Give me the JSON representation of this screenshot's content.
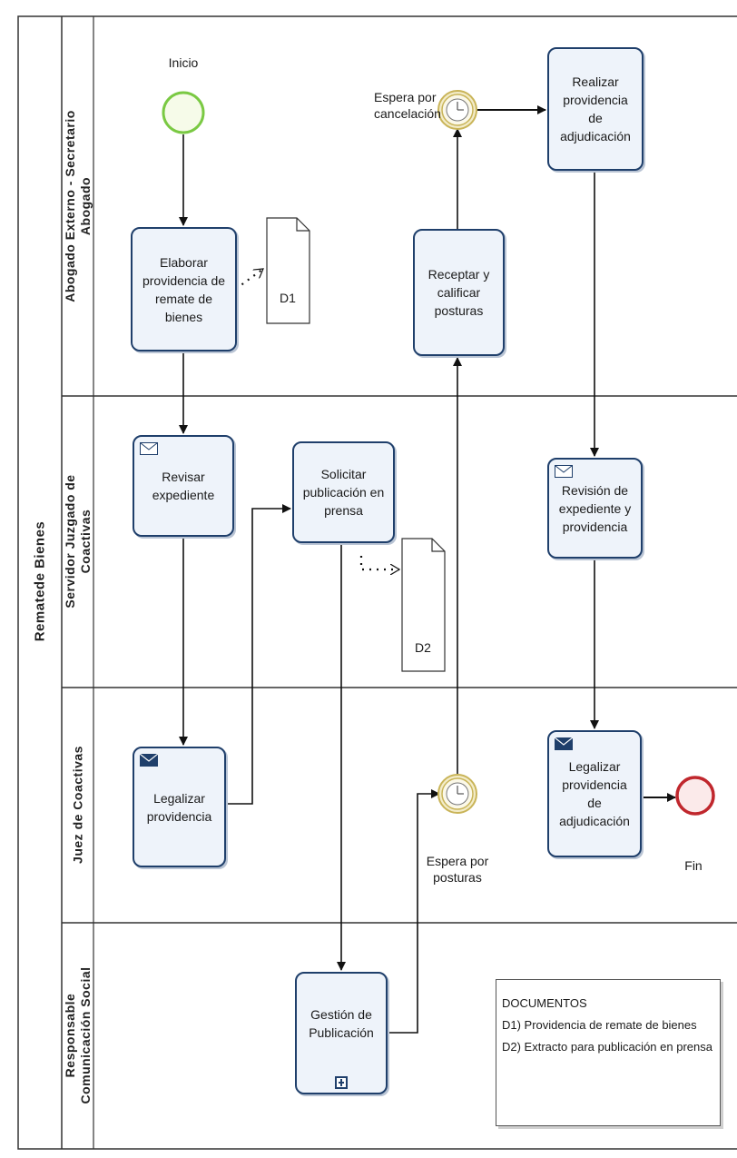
{
  "pool": {
    "title": "Rematede Bienes"
  },
  "lanes": [
    {
      "id": "abogado",
      "title_line1": "Abogado Externo - Secretario",
      "title_line2": "Abogado"
    },
    {
      "id": "servidor",
      "title_line1": "Servidor Juzgado de",
      "title_line2": "Coactivas"
    },
    {
      "id": "juez",
      "title_line1": "Juez de Coactivas",
      "title_line2": ""
    },
    {
      "id": "responsable",
      "title_line1": "Responsable",
      "title_line2": "Comunicación Social"
    }
  ],
  "events": {
    "start": {
      "label": "Inicio"
    },
    "end": {
      "label": "Fin"
    },
    "timer_cancel": {
      "label_line1": "Espera por",
      "label_line2": "cancelación"
    },
    "timer_posturas": {
      "label_line1": "Espera por",
      "label_line2": "posturas"
    }
  },
  "tasks": {
    "elaborar": {
      "lines": [
        "Elaborar",
        "providencia de",
        "remate de bienes"
      ]
    },
    "revisar": {
      "lines": [
        "Revisar",
        "expediente"
      ]
    },
    "legalizar": {
      "lines": [
        "Legalizar",
        "providencia"
      ]
    },
    "solicitar": {
      "lines": [
        "Solicitar",
        "publicación en",
        "prensa"
      ]
    },
    "gestion": {
      "lines": [
        "Gestión de",
        "Publicación"
      ]
    },
    "receptar": {
      "lines": [
        "Receptar y",
        "calificar",
        "posturas"
      ]
    },
    "realizar": {
      "lines": [
        "Realizar",
        "providencia de",
        "adjudicación"
      ]
    },
    "revision": {
      "lines": [
        "Revisión de",
        "expediente y",
        "providencia"
      ]
    },
    "legalizar_adj": {
      "lines": [
        "Legalizar",
        "providencia de",
        "adjudicación"
      ]
    }
  },
  "documents": {
    "d1": "D1",
    "d2": "D2"
  },
  "legend": {
    "title": "DOCUMENTOS",
    "items": [
      "D1) Providencia de remate de bienes",
      "D2) Extracto para publicación en prensa"
    ]
  },
  "colors": {
    "task_border": "#1f3f6b",
    "task_fill": "#eef3fa",
    "start_event": "#7ac943",
    "end_event": "#c0272d",
    "timer": "#c9b458",
    "lane_line": "#333333"
  }
}
